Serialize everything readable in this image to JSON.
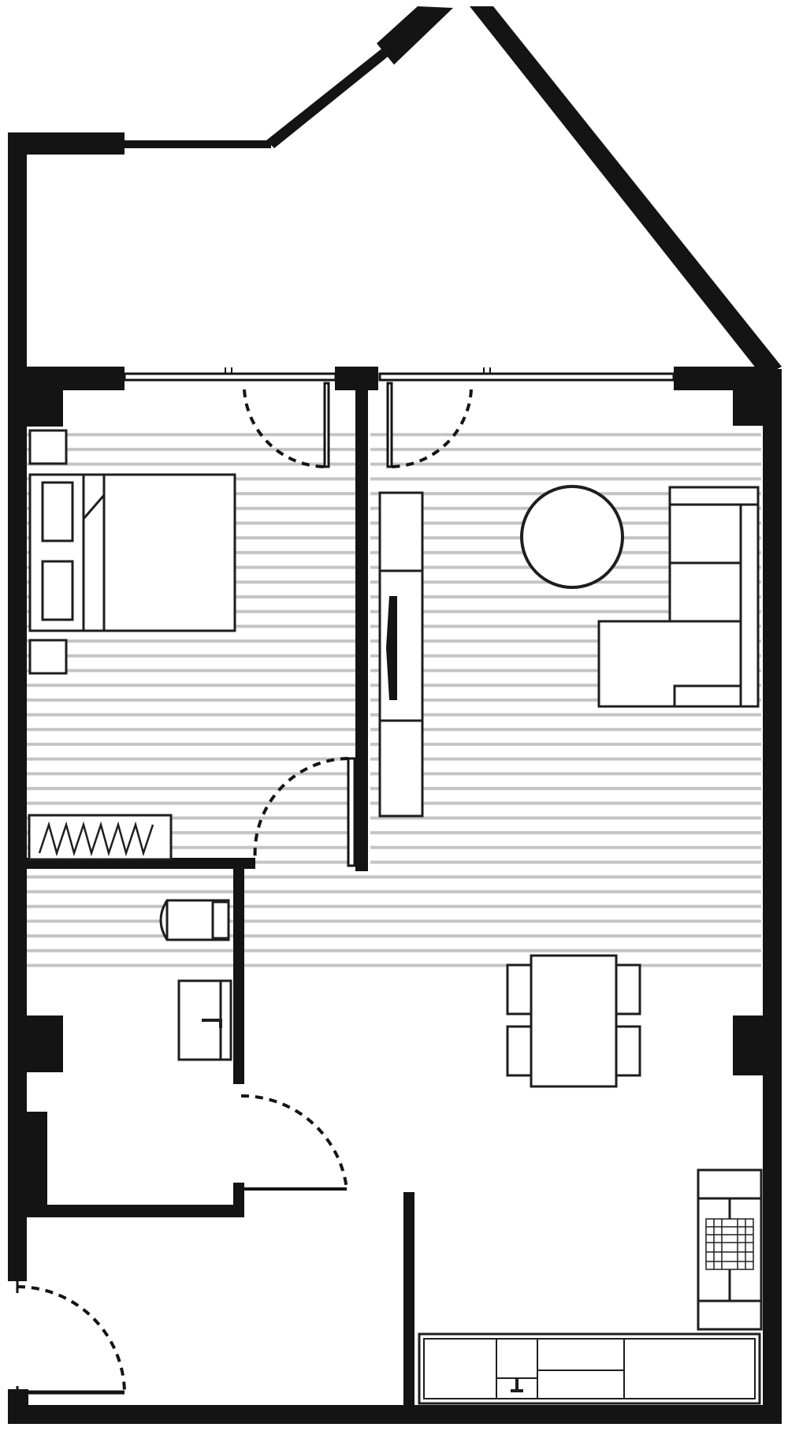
{
  "plan": {
    "colors": {
      "background": "#ffffff",
      "wall": "#141414",
      "furniture": "#1e1e1e",
      "floor_stripes": "#c4c4c4"
    },
    "rooms": [
      "balcony",
      "bedroom",
      "living-room",
      "bathroom",
      "hallway",
      "kitchen"
    ],
    "furniture": [
      "double-bed",
      "nightstand",
      "nightstand",
      "wardrobe",
      "tv-unit",
      "round-table",
      "corner-sofa",
      "dining-table",
      "chair",
      "chair",
      "chair",
      "chair",
      "toilet",
      "sink",
      "refrigerator",
      "kitchen-counter"
    ],
    "doors": [
      "balcony-door-left",
      "balcony-door-right",
      "bedroom-door",
      "bathroom-door",
      "entrance-door"
    ]
  }
}
